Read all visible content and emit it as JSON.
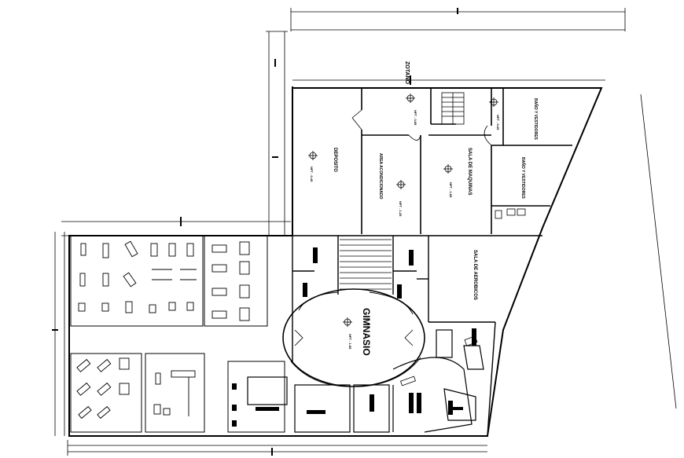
{
  "drawing": {
    "labels": {
      "zotano": "ZOTANO",
      "deposito": "DEPOSITO",
      "area_acondicionado": "AREA ACONDICIONADO",
      "sala_maquinas": "SALA DE MAQUINAS",
      "bano_vestidores_1": "BAÑO Y VESTIDORES",
      "bano_vestidores_2": "BAÑO Y VESTIDORES",
      "sala_aerobicos": "SALA DE AEROBICOS",
      "gimnasio": "GIMNASIO",
      "npt_deposito": "NPT - 0.45",
      "npt_area": "NPT - 1.25",
      "npt_sala": "NPT - 1.65",
      "npt_hall": "NPT - 0.85",
      "npt_stairs": "NPT - 0.25",
      "npt_gym": "NPT - 1.85"
    },
    "colors": {
      "ink": "#000000",
      "paper": "#ffffff"
    }
  }
}
